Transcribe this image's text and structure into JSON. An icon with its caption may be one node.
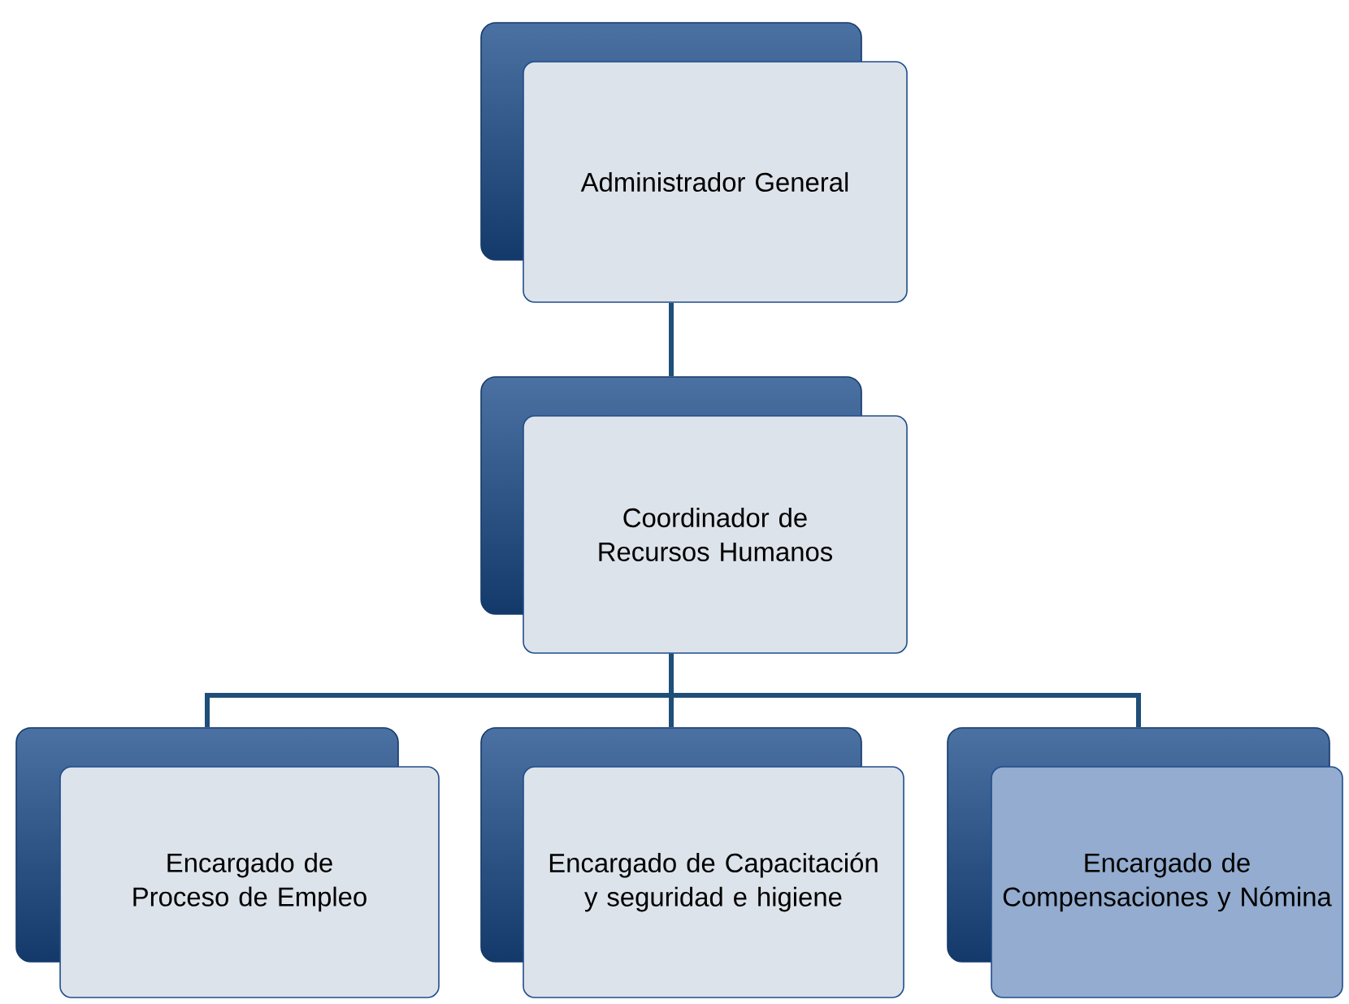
{
  "diagram": {
    "nodes": [
      {
        "text": [
          "Administrador General"
        ]
      },
      {
        "text": [
          "Coordinador de Recursos Humanos"
        ]
      },
      {
        "text": [
          "Encargado de Proceso de Empleo"
        ]
      },
      {
        "text": [
          "Encargado de Capacitación y seguridad e higiene"
        ]
      },
      {
        "text": [
          "Encargado de Compensaciones y Nómina"
        ]
      }
    ],
    "edges": [
      {
        "from": 0,
        "to": 1,
        "arrow": "none"
      },
      {
        "from": 1,
        "to": 2,
        "arrow": "none"
      },
      {
        "from": 1,
        "to": 3,
        "arrow": "none"
      },
      {
        "from": 1,
        "to": 4,
        "arrow": "none"
      }
    ]
  }
}
